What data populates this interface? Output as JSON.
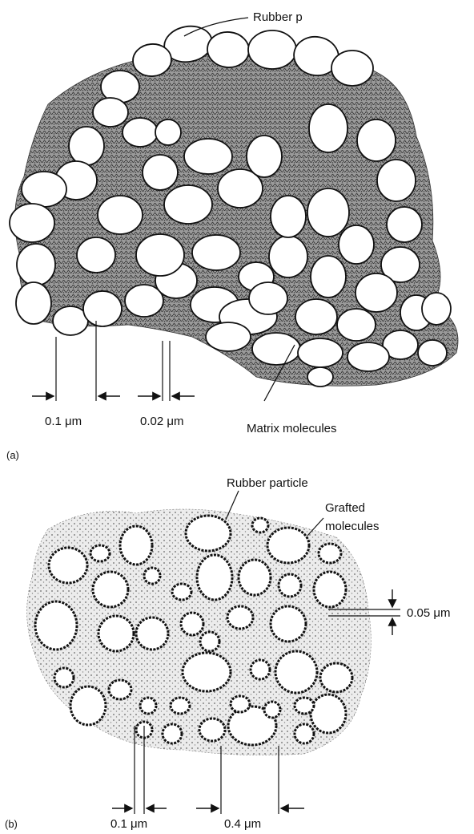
{
  "panel_a": {
    "label": "(a)",
    "rubber_label": "Rubber p",
    "matrix_label": "Matrix molecules",
    "dim_left": "0.1 μm",
    "dim_right": "0.02 μm"
  },
  "panel_b": {
    "label": "(b)",
    "rubber_label": "Rubber particle",
    "grafted_label_1": "Grafted",
    "grafted_label_2": "molecules",
    "dim_right": "0.05 μm",
    "dim_bottom_left": "0.1 μm",
    "dim_bottom_right": "0.4 μm"
  },
  "colors": {
    "ink": "#111111",
    "matrix_fill": "#9a9a9a",
    "particle_fill": "#ffffff",
    "dot_fill": "#d8d8d8"
  }
}
